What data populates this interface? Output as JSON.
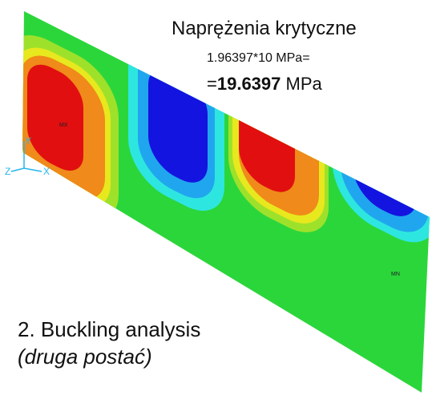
{
  "annotation": {
    "title": "Naprężenia krytyczne",
    "formula": "1.96397*10 MPa=",
    "result_prefix": "=",
    "result_value": "19.6397",
    "result_unit": " MPa"
  },
  "caption": {
    "analysis": "2. Buckling analysis",
    "mode": "(druga postać)"
  },
  "axes": {
    "x": "X",
    "y": "Y",
    "z": "Z"
  },
  "markers": {
    "max": "MX",
    "min": "MN"
  },
  "colors": {
    "background": "#2bd63b",
    "red": "#e10f0f",
    "orange": "#f08a1a",
    "yellow": "#e8e81e",
    "lightgreen": "#9ee12b",
    "cyan": "#2ee6e0",
    "lightblue": "#20a6ee",
    "blue": "#1414e0",
    "triad": "#24b6ec"
  }
}
